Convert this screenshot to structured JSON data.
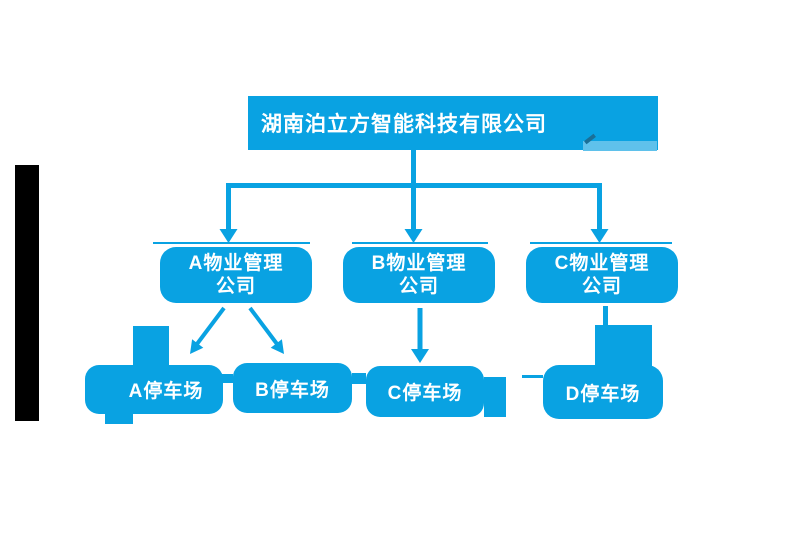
{
  "colors": {
    "accent": "#09A2E2",
    "accent_light": "#5FC1EB",
    "tick": "#1A6F97",
    "bar": "#000000",
    "text": "#FFFFFF",
    "background": "#FFFFFF"
  },
  "diagram": {
    "root": {
      "label": "湖南泊立方智能科技有限公司"
    },
    "level2": [
      {
        "line1": "A物业管理",
        "line2": "公司"
      },
      {
        "line1": "B物业管理",
        "line2": "公司"
      },
      {
        "line1": "C物业管理",
        "line2": "公司"
      }
    ],
    "level3": [
      {
        "label": "A停车场"
      },
      {
        "label": "B停车场"
      },
      {
        "label": "C停车场"
      },
      {
        "label": "D停车场"
      }
    ]
  }
}
